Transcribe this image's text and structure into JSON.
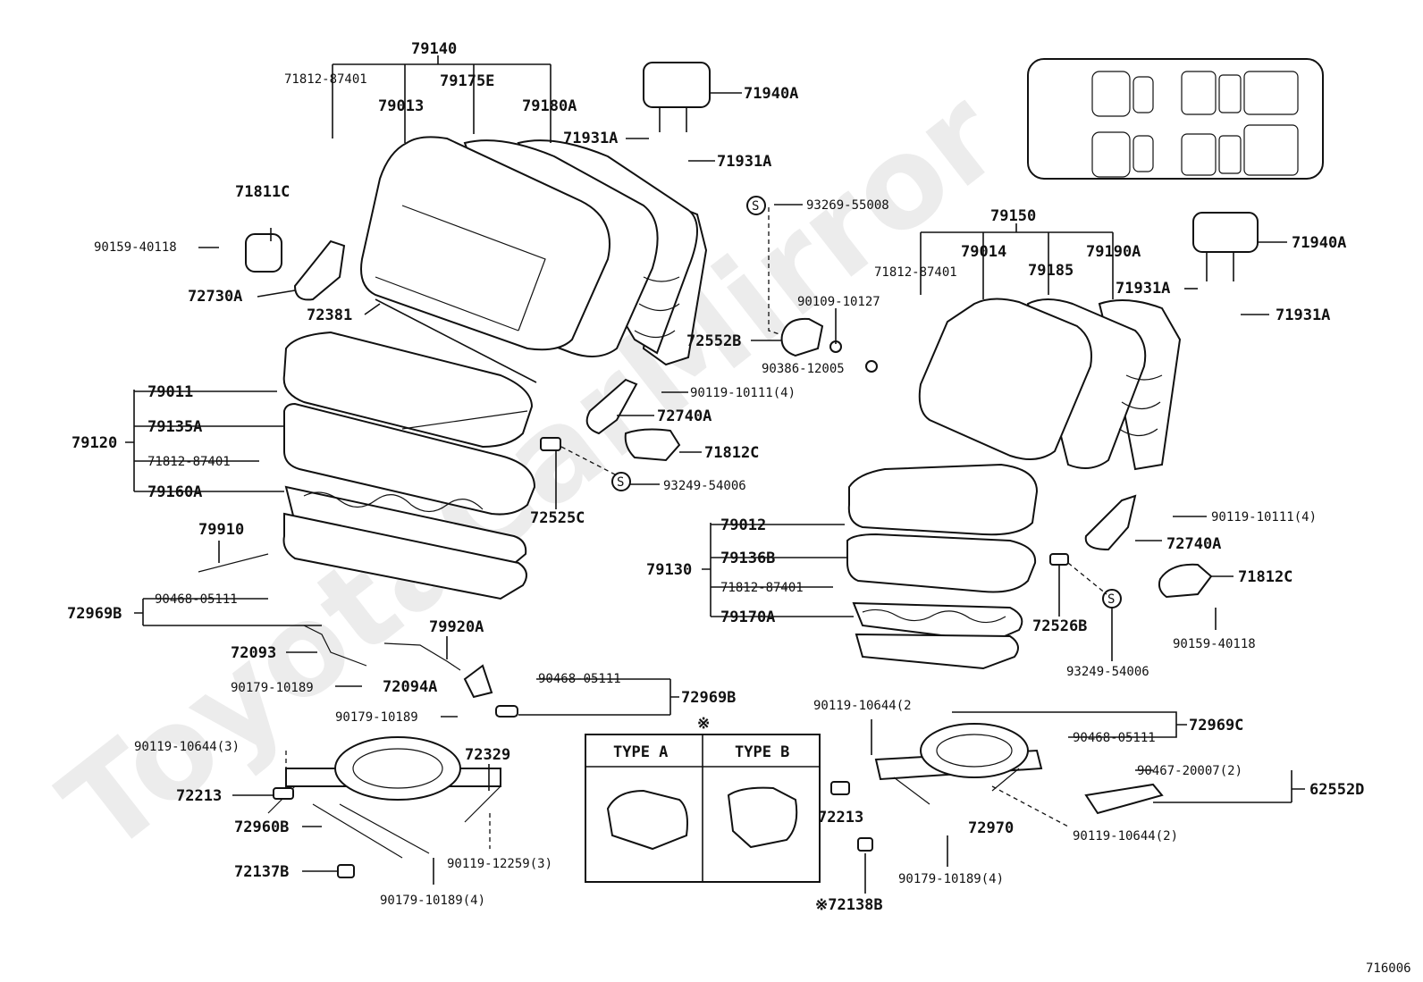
{
  "watermark": "ToyotaCarMirror",
  "figure_code": "716006",
  "type_box": {
    "note_mark": "※",
    "type_a": "TYPE A",
    "type_b": "TYPE B"
  },
  "labels": {
    "l79140": "79140",
    "l71812_87401_a": "71812-87401",
    "l79175E": "79175E",
    "l79013": "79013",
    "l79180A": "79180A",
    "l71940A_a": "71940A",
    "l71931A_a": "71931A",
    "l71931A_b": "71931A",
    "l71811C": "71811C",
    "l90159_40118_a": "90159-40118",
    "l72730A": "72730A",
    "l72381": "72381",
    "l93269_55008": "93269-55008",
    "l79150": "79150",
    "l79014": "79014",
    "l79185": "79185",
    "l79190A": "79190A",
    "l71812_87401_b": "71812-87401",
    "l71940A_b": "71940A",
    "l71931A_c": "71931A",
    "l71931A_d": "71931A",
    "l90109_10127": "90109-10127",
    "l72552B": "72552B",
    "l90386_12005": "90386-12005",
    "l79011": "79011",
    "l79135A": "79135A",
    "l79120": "79120",
    "l71812_87401_c": "71812-87401",
    "l79160A": "79160A",
    "l90119_10111_a": "90119-10111(4)",
    "l72740A_a": "72740A",
    "l71812C_a": "71812C",
    "l93249_54006_a": "93249-54006",
    "l72525C": "72525C",
    "l79910": "79910",
    "l90468_05111_a": "90468-05111",
    "l72969B_a": "72969B",
    "l79920A": "79920A",
    "l72093": "72093",
    "l90179_10189_a": "90179-10189",
    "l72094A": "72094A",
    "l90468_05111_b": "90468-05111",
    "l72969B_b": "72969B",
    "l90179_10189_b": "90179-10189",
    "l90119_10644_a": "90119-10644(3)",
    "l72329": "72329",
    "l72213_a": "72213",
    "l72960B": "72960B",
    "l90119_12259": "90119-12259(3)",
    "l72137B": "72137B",
    "l90179_10189_c": "90179-10189(4)",
    "l79012": "79012",
    "l79136B": "79136B",
    "l79130": "79130",
    "l71812_87401_d": "71812-87401",
    "l79170A": "79170A",
    "l90119_10111_b": "90119-10111(4)",
    "l72740A_b": "72740A",
    "l71812C_b": "71812C",
    "l72526B": "72526B",
    "l93249_54006_b": "93249-54006",
    "l90159_40118_b": "90159-40118",
    "l90119_10644_b": "90119-10644(2",
    "l72969C": "72969C",
    "l90468_05111_c": "90468-05111",
    "l90467_20007": "90467-20007(2)",
    "l62552D": "62552D",
    "l72213_b": "72213",
    "l72970": "72970",
    "l90119_10644_c": "90119-10644(2)",
    "l90179_10189_d": "90179-10189(4)",
    "l72138B": "※72138B"
  },
  "symbols": {
    "s_mark": "S"
  }
}
